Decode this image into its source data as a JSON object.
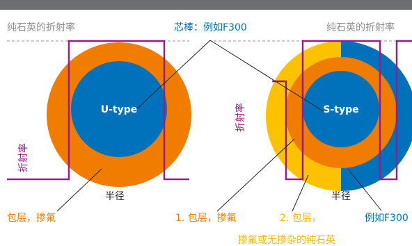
{
  "header": {
    "title": ""
  },
  "labels": {
    "pure_silica_index_left": "纯石英的折射率",
    "pure_silica_index_right": "纯石英的折射率",
    "core_rod": "芯棒：例如F300",
    "u_type": "U-type",
    "s_type": "S-type",
    "refractive_index_left": "折射率",
    "refractive_index_right": "折射率",
    "radius_left": "半径",
    "radius_right": "半径",
    "cladding_doped_left": "包层，掺氟",
    "cladding_1_doped": "1. 包层，掺氟",
    "cladding_2": "2. 包层，",
    "example_f300": "例如F300",
    "cladding_2_detail": "掺氟或无掺杂的纯石英"
  },
  "colors": {
    "core_blue": "#0072bc",
    "cladding_orange": "#f07c00",
    "outer_yellow": "#fcc200",
    "profile_purple": "#9b1b8a",
    "header_gray": "#6d6e71"
  }
}
